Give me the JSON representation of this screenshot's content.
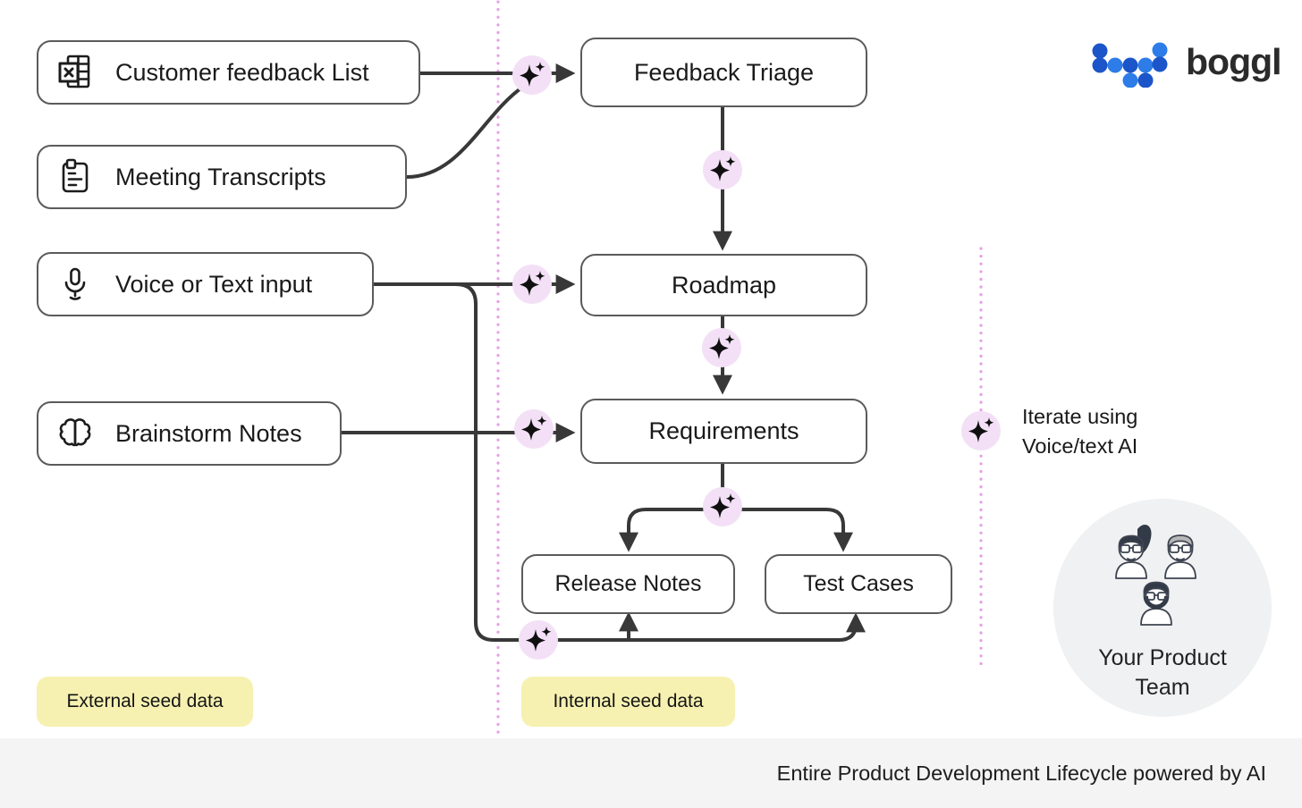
{
  "logo": {
    "brand": "boggl",
    "icon": "boggl-dots-logo-icon"
  },
  "sources": [
    {
      "label": "Customer feedback List",
      "icon": "spreadsheet-x-icon"
    },
    {
      "label": "Meeting Transcripts",
      "icon": "transcript-icon"
    },
    {
      "label": "Voice or Text input",
      "icon": "microphone-icon"
    },
    {
      "label": "Brainstorm Notes",
      "icon": "brain-icon"
    }
  ],
  "pipeline": {
    "triage": "Feedback Triage",
    "roadmap": "Roadmap",
    "requirements": "Requirements",
    "release_notes": "Release Notes",
    "test_cases": "Test Cases"
  },
  "iterate": {
    "line1": "Iterate using",
    "line2": "Voice/text AI",
    "icon": "ai-sparkle-icon"
  },
  "seeds": {
    "external": "External seed data",
    "internal": "Internal seed data"
  },
  "team": {
    "line1": "Your Product",
    "line2": "Team",
    "icon": "product-team-avatars-icon"
  },
  "footer": {
    "text": "Entire Product Development Lifecycle powered by AI"
  },
  "icons": {
    "ai_sparkle": "ai-sparkle-icon"
  },
  "colors": {
    "sparkle_bg": "#f3e0f6",
    "dotted_guide_line": "#e6a0e6",
    "seed_label_bg": "#f6f1b1",
    "arrow": "#383838",
    "box_border": "#5b5b5b",
    "footer_bg": "#f4f4f5",
    "team_circle_bg": "#f0f1f2",
    "logo_blue_dark": "#1b55c9",
    "logo_blue_light": "#2d7ce8"
  }
}
